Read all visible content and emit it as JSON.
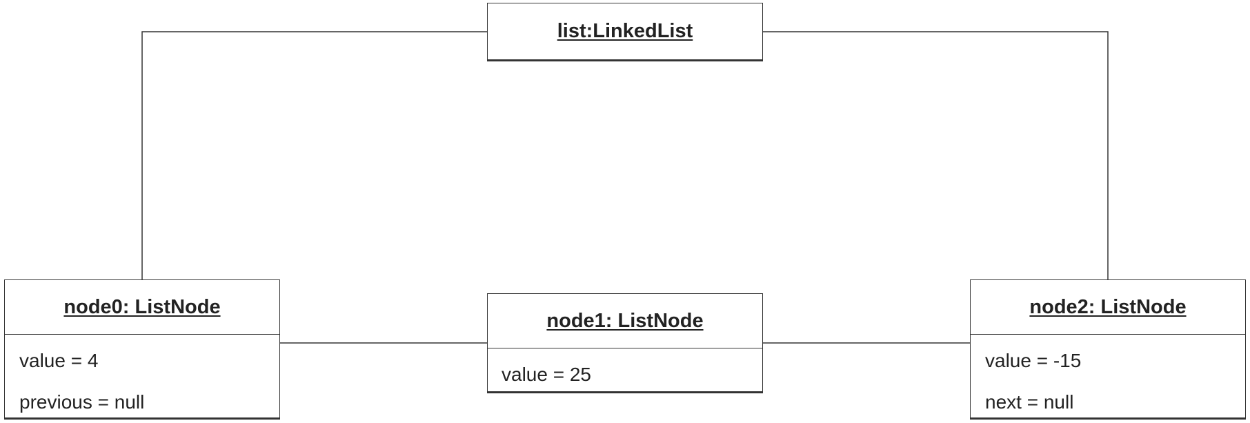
{
  "diagram": {
    "objects": [
      {
        "id": "list",
        "name": "list:LinkedList",
        "attributes": []
      },
      {
        "id": "node0",
        "name": "node0: ListNode",
        "attributes": [
          "value = 4",
          "previous = null"
        ]
      },
      {
        "id": "node1",
        "name": "node1: ListNode",
        "attributes": [
          "value = 25"
        ]
      },
      {
        "id": "node2",
        "name": "node2: ListNode",
        "attributes": [
          "value = -15",
          "next = null"
        ]
      }
    ],
    "links": [
      {
        "from": "list",
        "to": "node0"
      },
      {
        "from": "list",
        "to": "node2"
      },
      {
        "from": "node0",
        "to": "node1"
      },
      {
        "from": "node1",
        "to": "node2"
      }
    ],
    "line_color": "#333333",
    "box_fill": "#ffffff"
  }
}
